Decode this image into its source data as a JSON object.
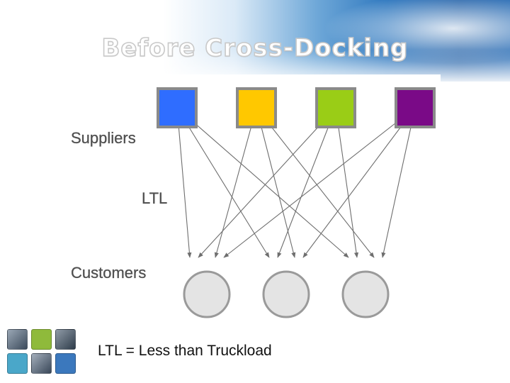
{
  "title": "Before Cross-Docking",
  "caption": "LTL = Less than Truckload",
  "diagram": {
    "labels": {
      "suppliers": "Suppliers",
      "ltl": "LTL",
      "customers": "Customers"
    },
    "suppliers": [
      {
        "color": "#2f6dff"
      },
      {
        "color": "#ffc800"
      },
      {
        "color": "#9acd16"
      },
      {
        "color": "#7a0a87"
      }
    ],
    "customers": [
      {
        "fill": "#e4e4e4"
      },
      {
        "fill": "#e4e4e4"
      },
      {
        "fill": "#e4e4e4"
      }
    ],
    "arrow_color": "#6e6e6e"
  }
}
